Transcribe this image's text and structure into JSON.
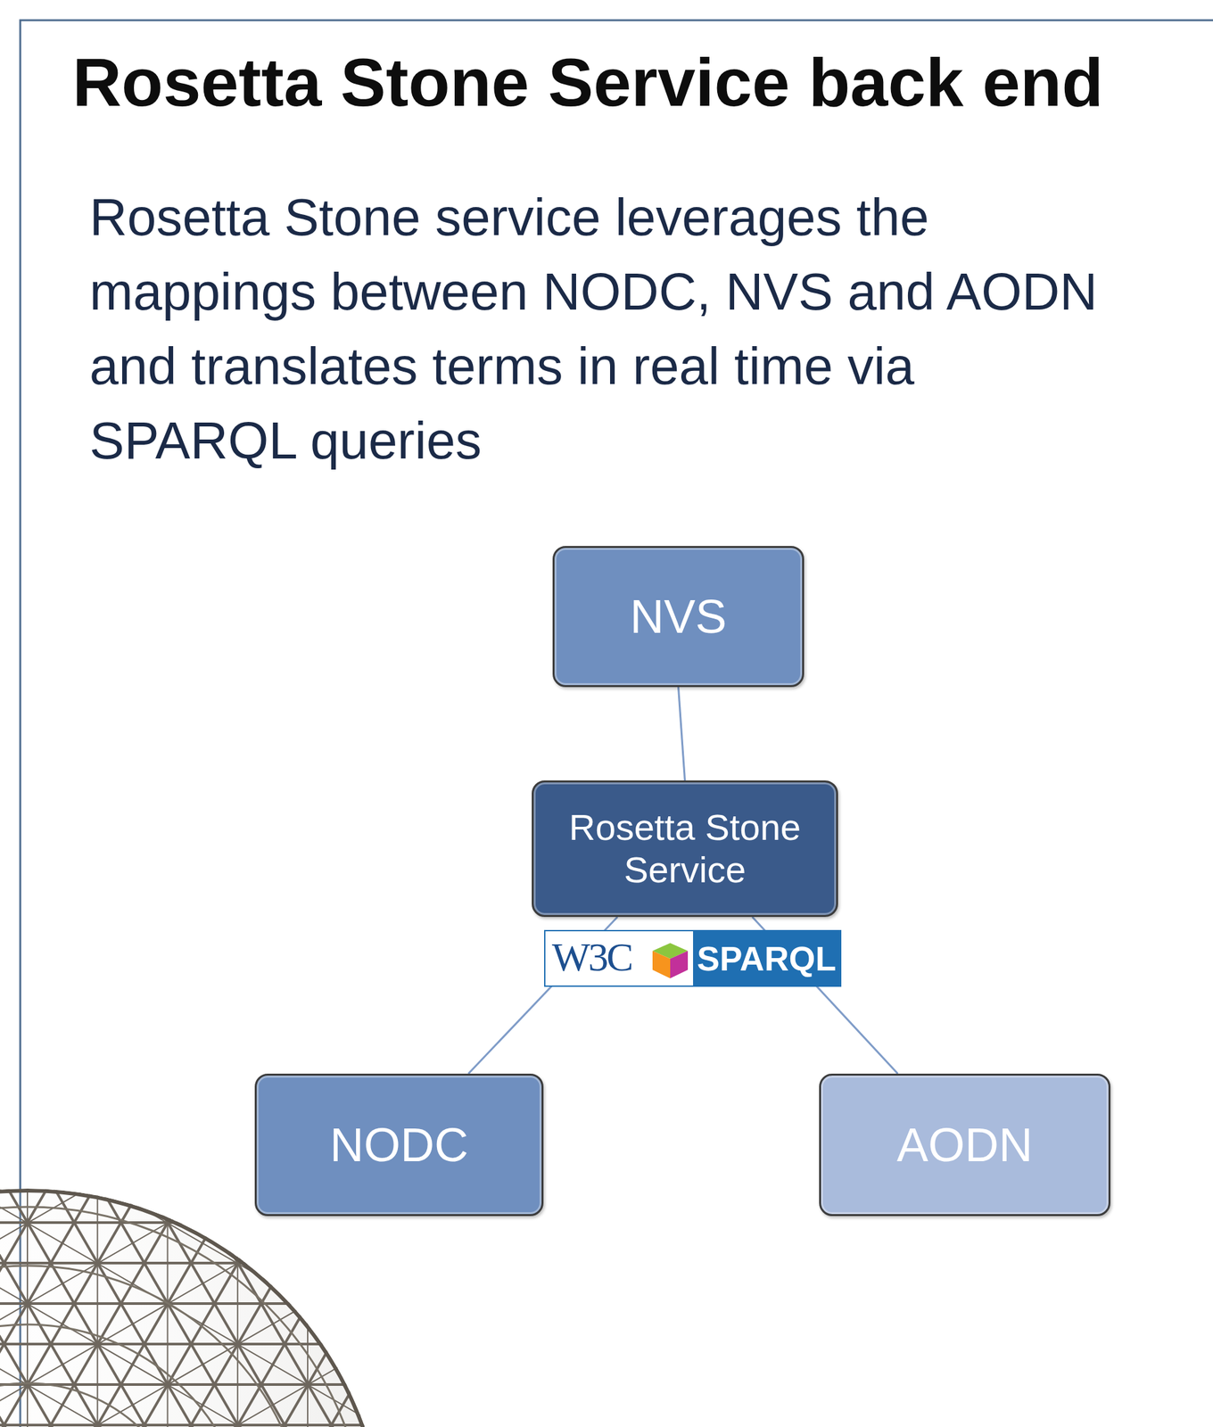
{
  "diagram": {
    "title": "Rosetta Stone Service back end",
    "nodes": [
      {
        "text": [
          "NVS"
        ]
      },
      {
        "text": [
          "Rosetta Stone Service"
        ]
      },
      {
        "text": [
          "NODC"
        ]
      },
      {
        "text": [
          "AODN"
        ]
      }
    ],
    "edges": [
      {
        "from": 0,
        "to": 1,
        "arrow": "none"
      },
      {
        "from": 1,
        "to": 2,
        "arrow": "none"
      },
      {
        "from": 1,
        "to": 3,
        "arrow": "none"
      }
    ],
    "labels": [
      "Rosetta Stone service leverages the mappings between NODC, NVS and AODN and translates terms in real time via SPARQL queries",
      "W3C",
      "SPARQL"
    ]
  }
}
